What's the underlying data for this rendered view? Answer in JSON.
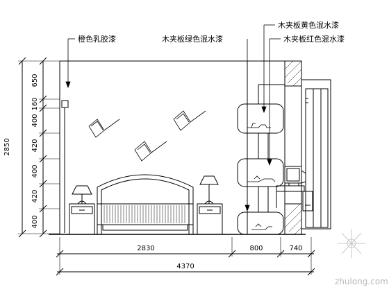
{
  "labels": {
    "orange_latex": "橙色乳胶漆",
    "plywood_green": "木夹板绿色混水漆",
    "plywood_yellow": "木夹板黄色混水漆",
    "plywood_red": "木夹板红色混水漆"
  },
  "dimensions": {
    "vertical_total": "2850",
    "vertical_segments": [
      "650",
      "160",
      "400",
      "420",
      "400",
      "420",
      "400"
    ],
    "horizontal_segments": [
      "2830",
      "800",
      "740"
    ],
    "horizontal_total": "4370"
  },
  "watermark": "zhulong.com"
}
